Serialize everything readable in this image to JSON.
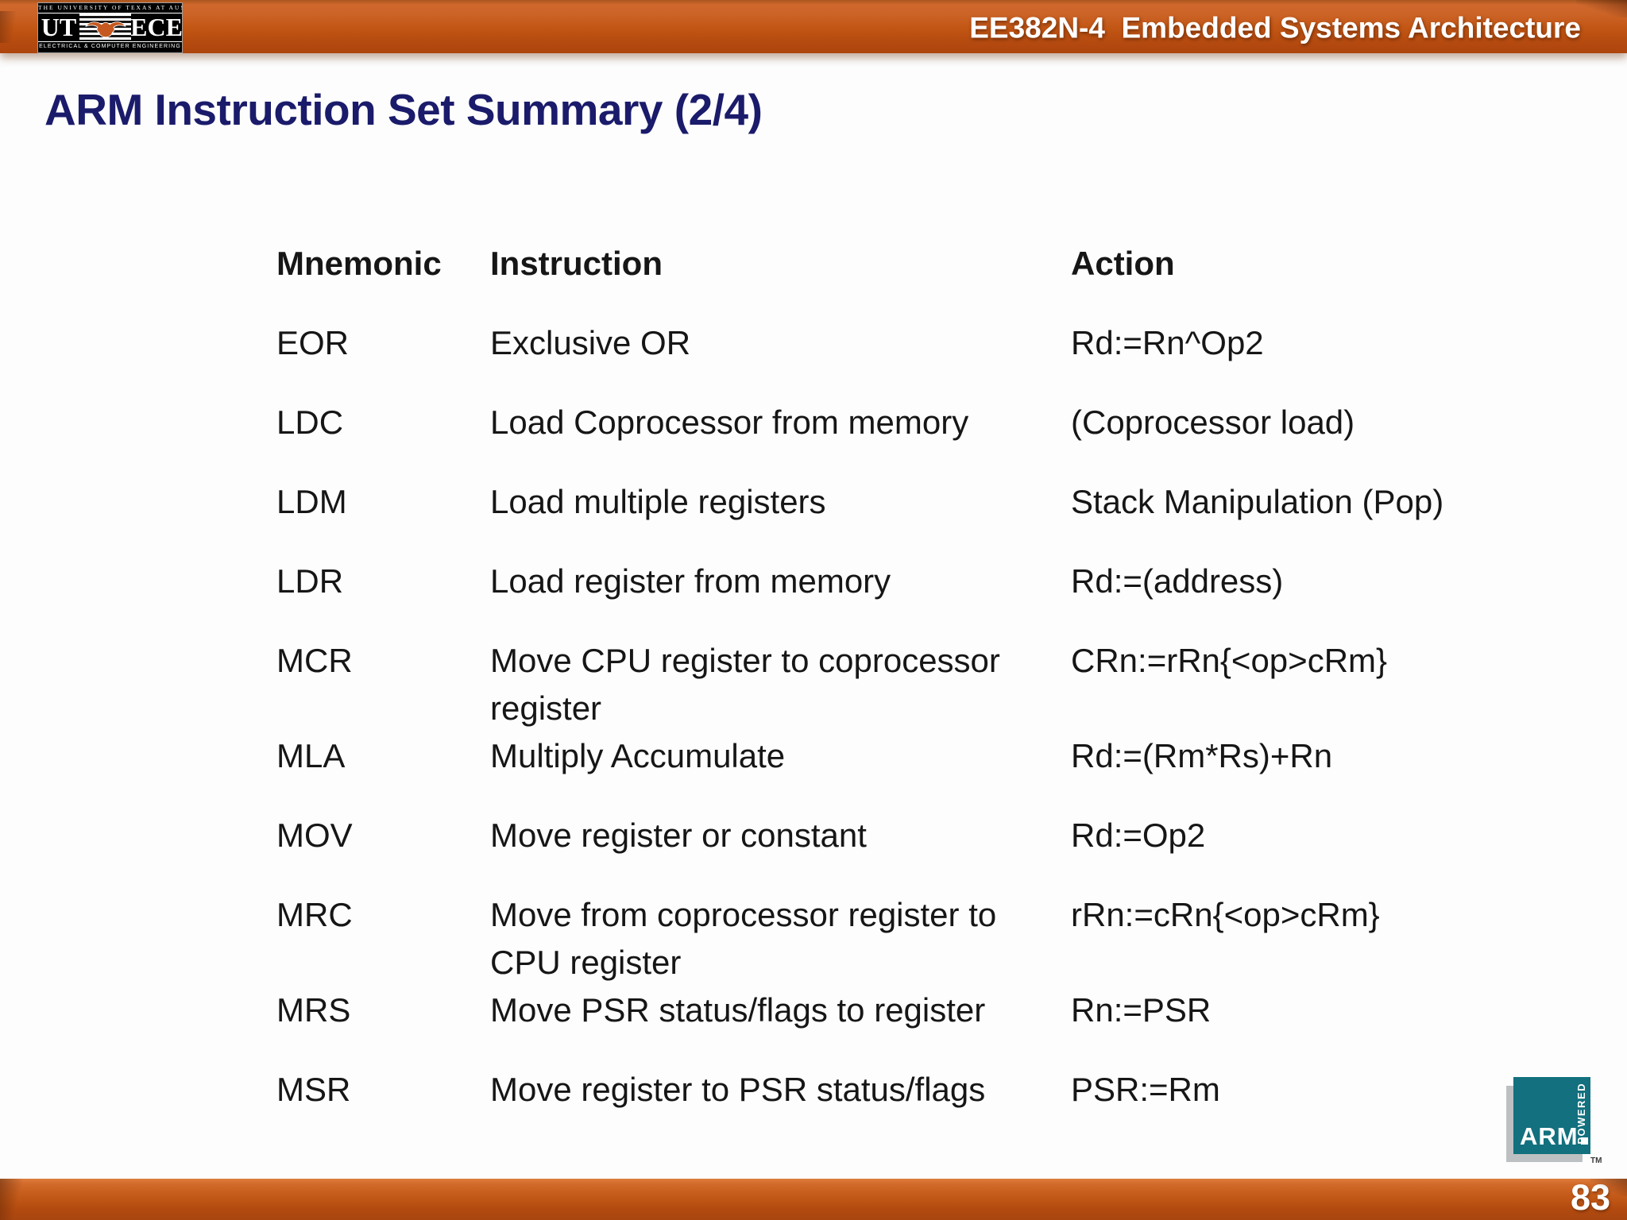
{
  "header": {
    "course": "EE382N-4  Embedded Systems Architecture",
    "logo": {
      "top": "THE UNIVERSITY OF TEXAS AT AUSTIN",
      "left": "UT",
      "right": "ECE",
      "bottom": "ELECTRICAL & COMPUTER ENGINEERING"
    }
  },
  "title": "ARM Instruction Set Summary (2/4)",
  "table": {
    "columns": [
      "Mnemonic",
      "Instruction",
      "Action"
    ],
    "rows": [
      {
        "mnemonic": "EOR",
        "instruction": "Exclusive OR",
        "action": "Rd:=Rn^Op2"
      },
      {
        "mnemonic": "LDC",
        "instruction": "Load Coprocessor from memory",
        "action": "(Coprocessor load)"
      },
      {
        "mnemonic": "LDM",
        "instruction": "Load multiple registers",
        "action": "Stack Manipulation (Pop)"
      },
      {
        "mnemonic": "LDR",
        "instruction": "Load register from memory",
        "action": "Rd:=(address)"
      },
      {
        "mnemonic": "MCR",
        "instruction": "Move CPU register to coprocessor\nregister",
        "action": "CRn:=rRn{<op>cRm}"
      },
      {
        "mnemonic": "MLA",
        "instruction": "Multiply Accumulate",
        "action": "Rd:=(Rm*Rs)+Rn"
      },
      {
        "mnemonic": "MOV",
        "instruction": "Move register or constant",
        "action": "Rd:=Op2"
      },
      {
        "mnemonic": "MRC",
        "instruction": "Move from coprocessor register to\nCPU register",
        "action": "rRn:=cRn{<op>cRm}"
      },
      {
        "mnemonic": "MRS",
        "instruction": "Move PSR status/flags to register",
        "action": "Rn:=PSR"
      },
      {
        "mnemonic": "MSR",
        "instruction": "Move register to PSR status/flags",
        "action": "PSR:=Rm"
      }
    ]
  },
  "arm_logo": {
    "name": "ARM",
    "powered": "POWERED",
    "tm": "TM"
  },
  "footer": {
    "page_number": "83"
  },
  "colors": {
    "title_navy": "#1b1b6b",
    "arm_teal": "#13707e",
    "bar_orange": "#c25614",
    "longhorn_orange": "#c6591f"
  }
}
